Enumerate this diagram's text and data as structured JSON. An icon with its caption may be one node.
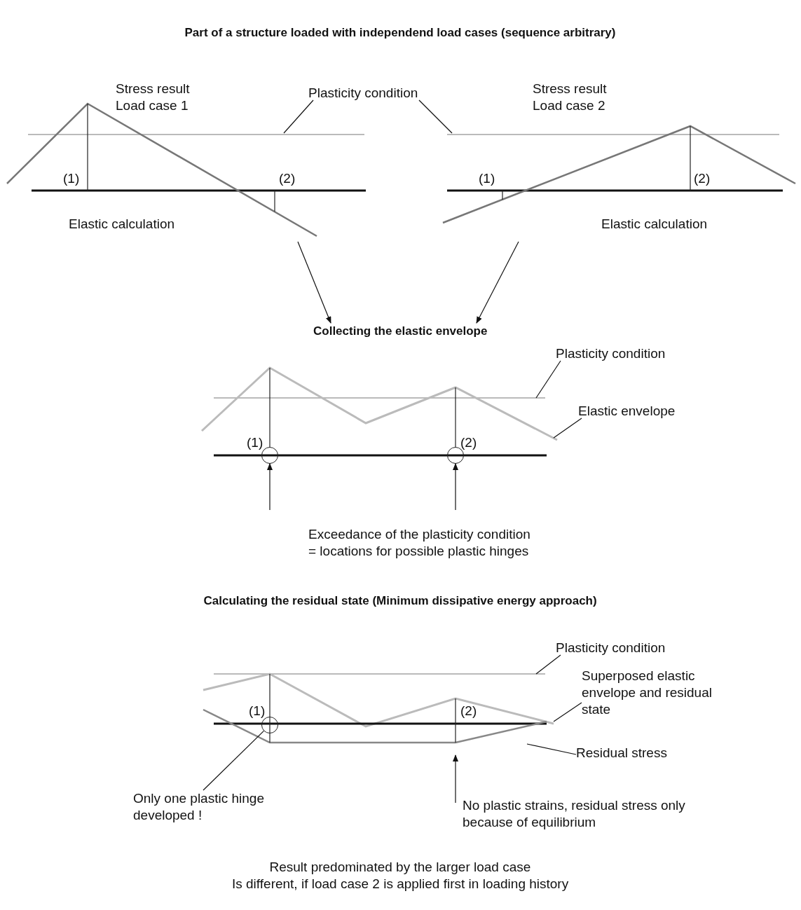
{
  "diagram": {
    "title": "Part of a structure loaded with independend load cases (sequence arbitrary)",
    "nodes": [
      {
        "text": [
          "Plasticity condition"
        ]
      },
      {
        "text": [
          "Collecting the elastic envelope"
        ]
      },
      {
        "text": [
          "Plasticity condition"
        ]
      },
      {
        "text": [
          "Elastic envelope"
        ]
      },
      {
        "text": [],
        "shape": "circle"
      },
      {
        "text": [],
        "shape": "circle"
      },
      {
        "text": [
          "Plasticity condition"
        ]
      },
      {
        "text": [
          "Superposed elastic envelope and residual state"
        ]
      },
      {
        "text": [
          "Residual stress"
        ]
      },
      {
        "text": [],
        "shape": "circle"
      },
      {
        "text": [
          "Only one plastic hinge developed !"
        ]
      },
      {
        "text": [
          "No plastic strains, residual stress only because of equilibrium"
        ]
      }
    ],
    "edges": [
      {
        "from": 0,
        "to": null,
        "arrow": "none"
      },
      {
        "from": 0,
        "to": null,
        "arrow": "none"
      },
      {
        "from": null,
        "to": 1,
        "arrow": "to"
      },
      {
        "from": null,
        "to": 1,
        "arrow": "to"
      },
      {
        "from": 2,
        "to": null,
        "arrow": "none"
      },
      {
        "from": 3,
        "to": null,
        "arrow": "none"
      },
      {
        "from": null,
        "to": 4,
        "arrow": "to"
      },
      {
        "from": null,
        "to": 5,
        "arrow": "to"
      },
      {
        "from": 6,
        "to": null,
        "arrow": "none"
      },
      {
        "from": 7,
        "to": null,
        "arrow": "none"
      },
      {
        "from": 8,
        "to": null,
        "arrow": "none"
      },
      {
        "from": 10,
        "to": 9,
        "arrow": "none"
      },
      {
        "from": 11,
        "to": null,
        "arrow": "to"
      }
    ],
    "labels": [
      "Stress result Load case 1",
      "(1)",
      "(2)",
      "Elastic calculation",
      "Stress result Load case 2",
      "(1)",
      "(2)",
      "Elastic calculation",
      "(1)",
      "(2)",
      "Exceedance of the plasticity condition = locations for possible plastic hinges",
      "Calculating the residual state (Minimum dissipative energy approach)",
      "(1)",
      "(2)",
      "Result predominated by the larger load case",
      "Is different, if load case 2 is applied first in loading history"
    ]
  }
}
